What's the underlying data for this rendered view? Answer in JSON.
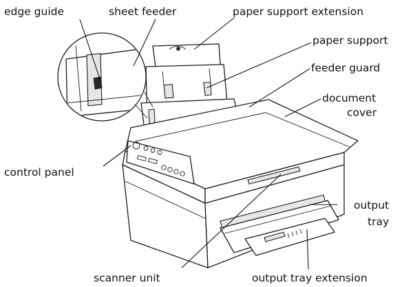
{
  "labels": {
    "edge_guide": "edge guide",
    "sheet_feeder": "sheet feeder",
    "paper_support_extension": "paper support extension",
    "paper_support": "paper support",
    "feeder_guard": "feeder guard",
    "document_cover_line1": "document",
    "document_cover_line2": "cover",
    "control_panel": "control panel",
    "output_tray_line1": "output",
    "output_tray_line2": "tray",
    "scanner_unit": "scanner unit",
    "output_tray_extension": "output tray extension"
  }
}
